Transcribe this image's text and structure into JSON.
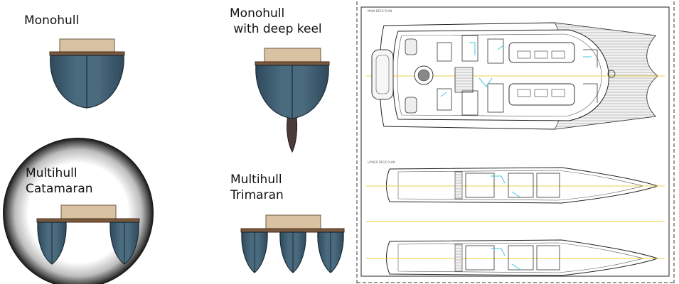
{
  "hull_types": {
    "monohull": {
      "label": "Monohull"
    },
    "monohull_keel": {
      "line1": "Monohull",
      "line2": " with deep keel"
    },
    "catamaran": {
      "line1": "Multihull",
      "line2": "Catamaran"
    },
    "trimaran": {
      "line1": "Multihull",
      "line2": "Trimaran"
    }
  },
  "deck_plan": {
    "main_title": "MAIN DECK PLAN",
    "lower_title": "LOWER DECK PLAN"
  },
  "colors": {
    "hull": "#3e5a6c",
    "hull_outline": "#1a2a35",
    "cabin": "#d8c2a2",
    "deck_rail": "#5a3220",
    "keel": "#4a3a3a",
    "centerline": "#e8d24a",
    "fixture": "#3fc8e0"
  }
}
